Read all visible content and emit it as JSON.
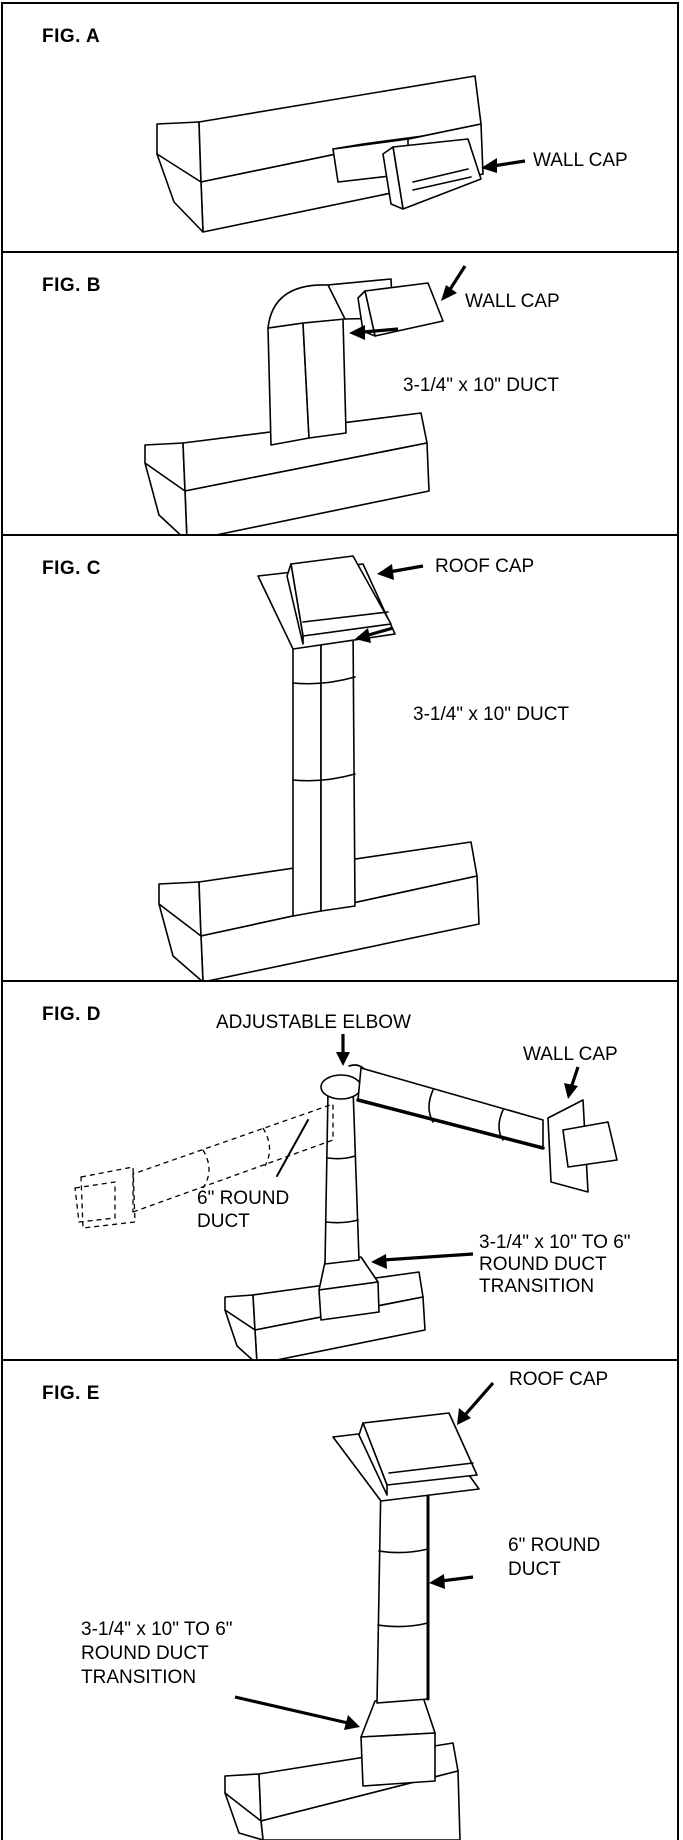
{
  "figures": {
    "a": {
      "title": "FIG. A",
      "labels": {
        "wall_cap": "WALL CAP"
      }
    },
    "b": {
      "title": "FIG. B",
      "labels": {
        "wall_cap": "WALL CAP",
        "duct": "3-1/4\" x 10\" DUCT"
      }
    },
    "c": {
      "title": "FIG. C",
      "labels": {
        "roof_cap": "ROOF CAP",
        "duct": "3-1/4\" x 10\" DUCT"
      }
    },
    "d": {
      "title": "FIG. D",
      "labels": {
        "elbow": "ADJUSTABLE ELBOW",
        "wall_cap": "WALL CAP",
        "round_duct_1": "6\" ROUND",
        "round_duct_2": "DUCT",
        "transition_1": "3-1/4\" x 10\" TO 6\"",
        "transition_2": "ROUND DUCT",
        "transition_3": "TRANSITION"
      }
    },
    "e": {
      "title": "FIG. E",
      "labels": {
        "roof_cap": "ROOF CAP",
        "round_duct_1": "6\" ROUND",
        "round_duct_2": "DUCT",
        "transition_1": "3-1/4\" x 10\" TO 6\"",
        "transition_2": "ROUND DUCT",
        "transition_3": "TRANSITION"
      }
    }
  }
}
